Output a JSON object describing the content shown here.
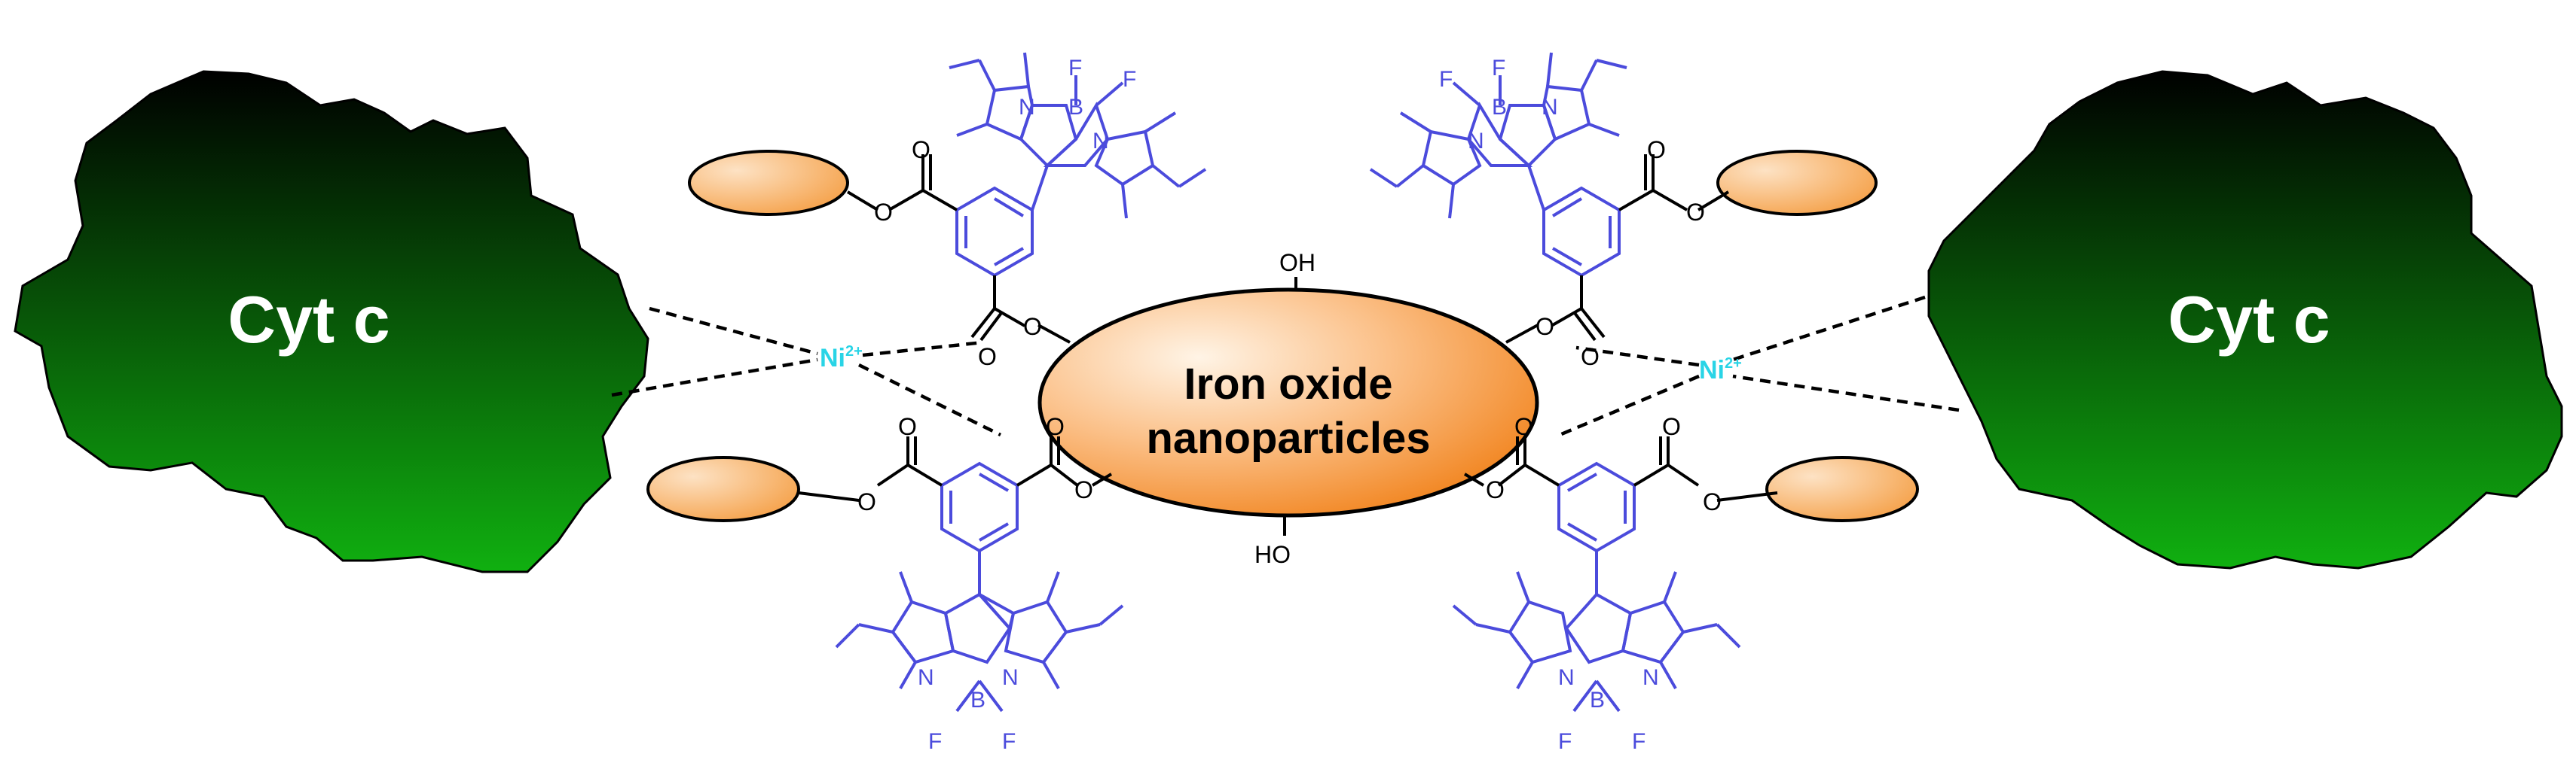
{
  "labels": {
    "protein_left": "Cyt c",
    "protein_right": "Cyt c",
    "core_line1": "Iron oxide",
    "core_line2": "nanoparticles",
    "ni_left": "Ni",
    "ni_right": "Ni",
    "ni_charge": "2+",
    "oh_top": "OH",
    "oh_bottom": "HO"
  },
  "atoms": {
    "fluorine": "F",
    "boron": "B",
    "nitrogen": "N",
    "oxygen": "O"
  },
  "colors": {
    "bodipy": "#4b4bdc",
    "nickel": "#29d4e6",
    "protein_top": "#000000",
    "protein_bottom": "#10b010",
    "particle_light": "#fff3e3",
    "particle_dark": "#f07c10",
    "bond": "#000000"
  }
}
